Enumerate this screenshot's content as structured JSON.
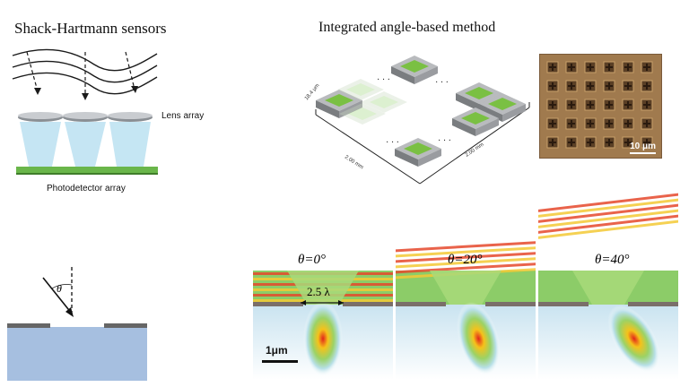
{
  "titles": {
    "shack_hartmann": "Shack-Hartmann sensors",
    "integrated": "Integrated angle-based method"
  },
  "labels": {
    "lens_array": "Lens array",
    "photodetector_array": "Photodetector array",
    "pixel_size": "18.4 μm",
    "width_left": "2.00 mm",
    "width_right": "2.00 mm",
    "micrograph_scale": "10 μm",
    "incidence_angle": "θ",
    "aperture_width": "2.5 λ",
    "field_scale": "1μm"
  },
  "panels": [
    {
      "label": "θ=0°"
    },
    {
      "label": "θ=20°"
    },
    {
      "label": "θ=40°"
    }
  ],
  "colors": {
    "wave": "#1a1a1a",
    "lens": "#9a9ea3",
    "light_cone": "#bfe3f2",
    "detector_green": "#6ab64a",
    "chip_grey": "#8f9295",
    "chip_green": "#7ac043",
    "micrograph_brown": "#a07a4e",
    "substrate_blue": "#a6bfe0",
    "metal_grey": "#666666"
  }
}
